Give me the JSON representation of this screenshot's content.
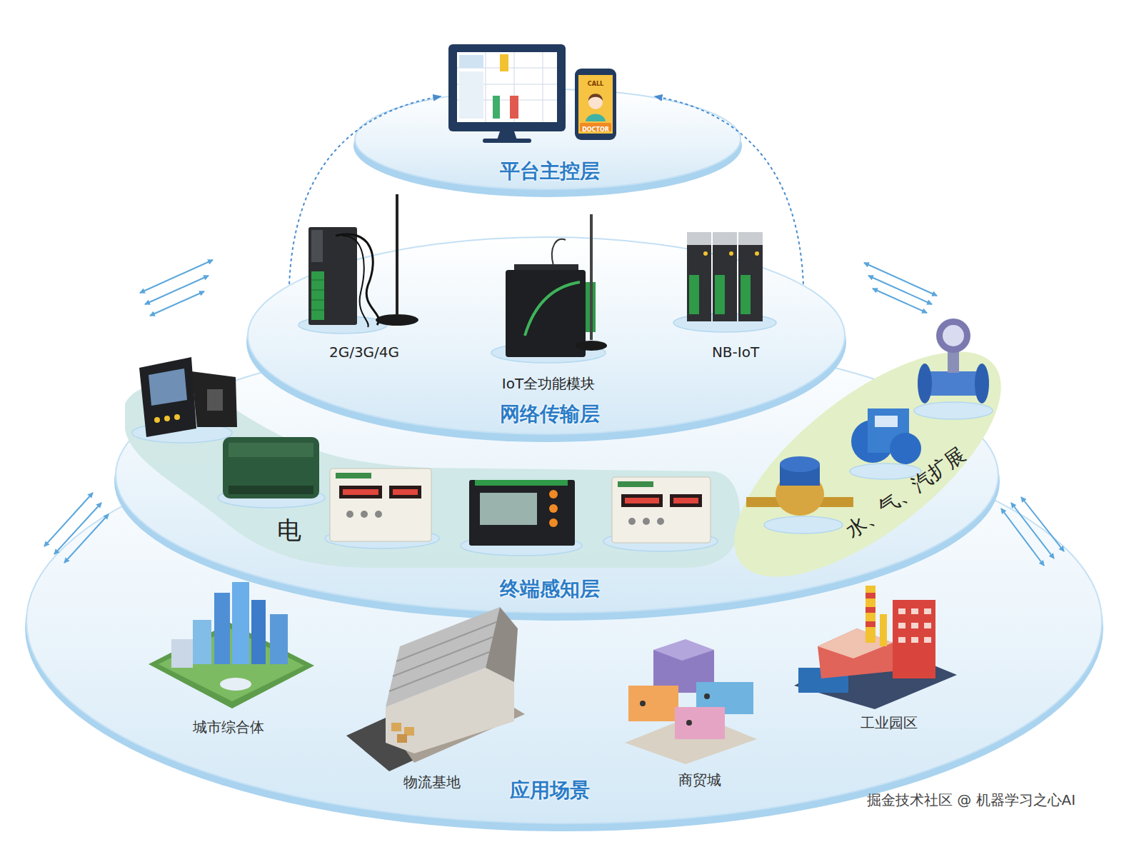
{
  "diagram": {
    "nodes": [
      {
        "text": [
          "平台主控层"
        ]
      },
      {
        "text": [
          "网络传输层"
        ]
      },
      {
        "text": [
          "终端感知层"
        ]
      },
      {
        "text": [
          "电"
        ],
        "in": 2
      },
      {
        "text": [
          "水、气、汽扩展"
        ],
        "in": 2
      },
      {
        "text": [
          "应用场景"
        ]
      }
    ],
    "edges": [
      {
        "from": 1,
        "to": 0,
        "arrow": "to"
      },
      {
        "from": 1,
        "to": 0,
        "arrow": "to"
      }
    ],
    "labels": [
      "CALL",
      "DOCTOR",
      "2G/3G/4G",
      "IoT全功能模块",
      "NB-IoT",
      "城市综合体",
      "物流基地",
      "商贸城",
      "工业园区",
      "掘金技术社区 @ 机器学习之心AI"
    ]
  }
}
